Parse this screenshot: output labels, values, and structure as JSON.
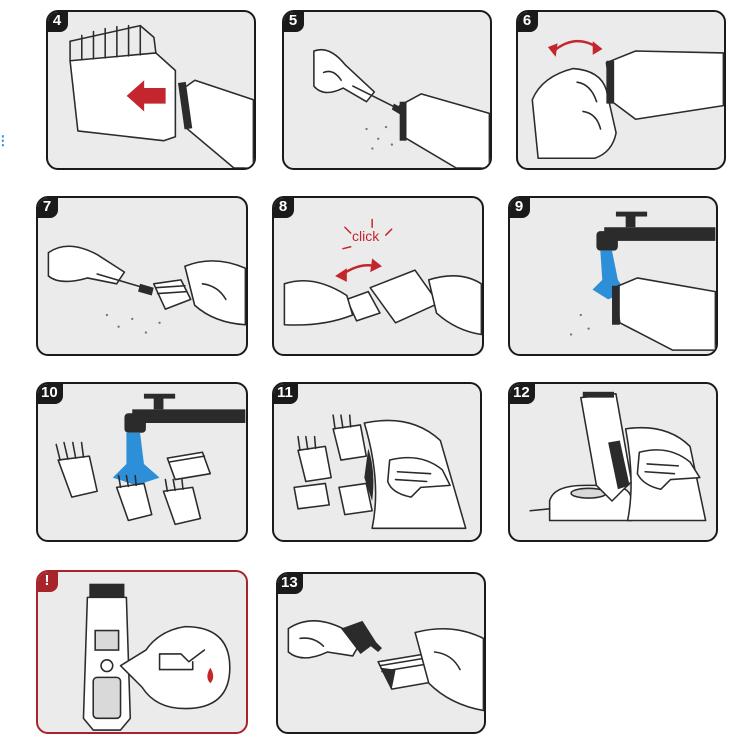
{
  "steps": [
    {
      "id": "4",
      "label": "4"
    },
    {
      "id": "5",
      "label": "5"
    },
    {
      "id": "6",
      "label": "6"
    },
    {
      "id": "7",
      "label": "7"
    },
    {
      "id": "8",
      "label": "8",
      "callout": "click"
    },
    {
      "id": "9",
      "label": "9"
    },
    {
      "id": "10",
      "label": "10"
    },
    {
      "id": "11",
      "label": "11"
    },
    {
      "id": "12",
      "label": "12"
    },
    {
      "id": "warning",
      "label": "!"
    },
    {
      "id": "13",
      "label": "13"
    }
  ],
  "colors": {
    "accent_red": "#c4262e",
    "warning_border": "#a8242b",
    "water_blue": "#2d8fd8",
    "panel_bg": "#ebebeb",
    "outline": "#1a1a1a"
  },
  "icons": [
    "arrow-icon",
    "hand-icon",
    "clipper-icon",
    "comb-icon",
    "faucet-icon",
    "water-splash-icon",
    "cloth-icon",
    "charging-base-icon",
    "oil-can-icon",
    "oil-drop-icon",
    "oil-bottle-icon"
  ]
}
